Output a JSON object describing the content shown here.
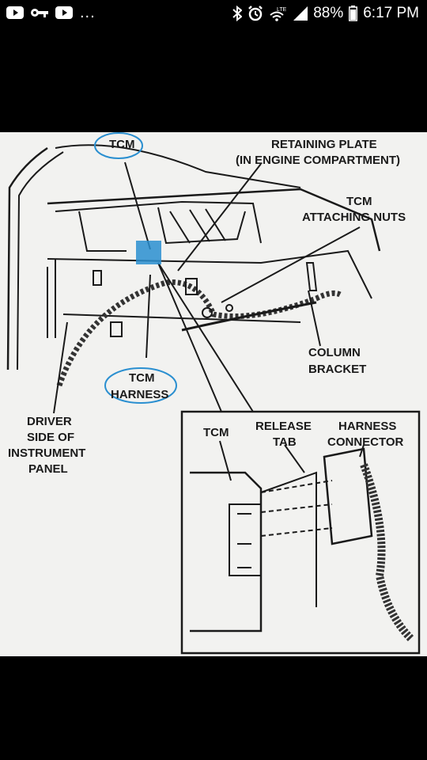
{
  "status_bar": {
    "battery": "88%",
    "time": "6:17 PM",
    "network": "LTE",
    "overflow": "...",
    "icons": [
      "youtube-icon",
      "key-icon",
      "youtube-icon",
      "bluetooth-icon",
      "alarm-icon",
      "wifi-icon",
      "signal-icon",
      "battery-icon"
    ]
  },
  "diagram": {
    "labels": {
      "tcm_top": "TCM",
      "retaining_plate_1": "RETAINING PLATE",
      "retaining_plate_2": "(IN ENGINE COMPARTMENT)",
      "attaching_nuts_1": "TCM",
      "attaching_nuts_2": "ATTACHING NUTS",
      "column_bracket_1": "COLUMN",
      "column_bracket_2": "BRACKET",
      "tcm_harness_1": "TCM",
      "tcm_harness_2": "HARNESS",
      "driver_1": "DRIVER",
      "driver_2": "SIDE OF",
      "driver_3": "INSTRUMENT",
      "driver_4": "PANEL",
      "inset_tcm": "TCM",
      "release_tab_1": "RELEASE",
      "release_tab_2": "TAB",
      "harness_connector_1": "HARNESS",
      "harness_connector_2": "CONNECTOR"
    },
    "colors": {
      "highlight": "#2a8fd0",
      "ink": "#1a1a1a",
      "paper": "#f2f2f0"
    }
  }
}
